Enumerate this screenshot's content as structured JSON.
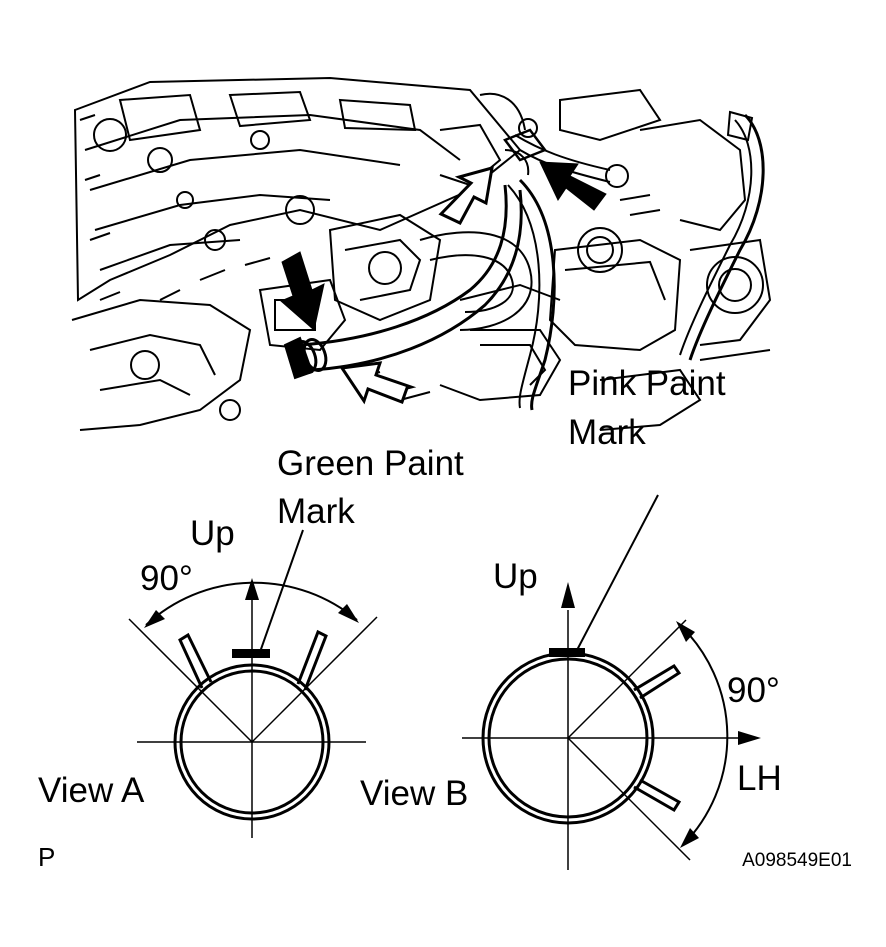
{
  "labels": {
    "pink_mark_line1": "Pink Paint",
    "pink_mark_line2": "Mark",
    "green_mark_line1": "Green Paint",
    "green_mark_line2": "Mark",
    "view_a_up": "Up",
    "view_a_angle": "90°",
    "view_a_title": "View A",
    "view_b_up": "Up",
    "view_b_angle": "90°",
    "view_b_lh": "LH",
    "view_b_title": "View B",
    "page_letter": "P",
    "figure_code": "A098549E01"
  },
  "colors": {
    "ink": "#000000",
    "paper": "#ffffff"
  }
}
